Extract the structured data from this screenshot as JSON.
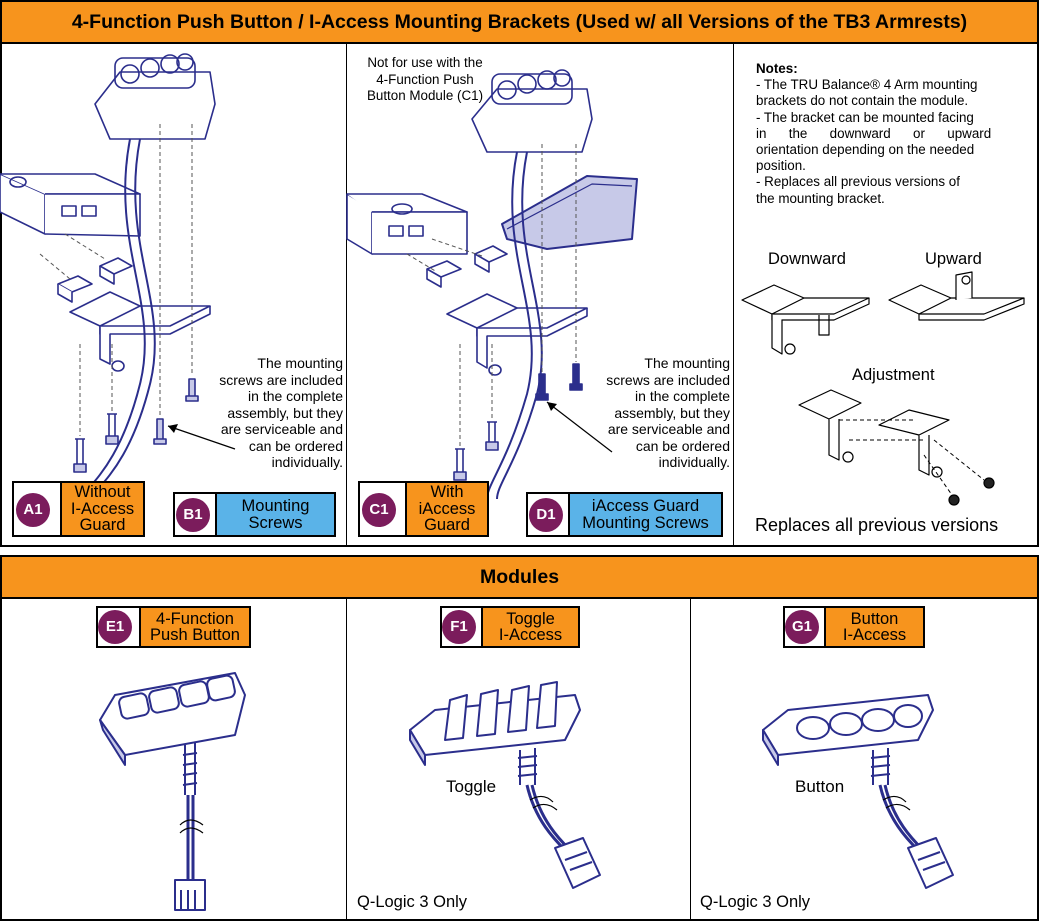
{
  "header": {
    "title": "4-Function Push Button / I-Access Mounting Brackets (Used w/ all Versions of the TB3 Armrests)"
  },
  "panel_a": {
    "note": [
      "The mounting",
      "screws are included",
      "in the  complete",
      "assembly, but they",
      "are serviceable and",
      "can be ordered",
      "individually."
    ],
    "a1": {
      "code": "A1",
      "label": [
        "Without",
        "I-Access",
        "Guard"
      ]
    },
    "b1": {
      "code": "B1",
      "label": [
        "Mounting",
        "Screws"
      ]
    }
  },
  "panel_c": {
    "top_note": [
      "Not for use with the",
      "4-Function Push",
      "Button Module (C1)"
    ],
    "note": [
      "The mounting",
      "screws are included",
      "in the  complete",
      "assembly, but they",
      "are serviceable and",
      "can be ordered",
      "individually."
    ],
    "c1": {
      "code": "C1",
      "label": [
        "With",
        "iAccess",
        "Guard"
      ]
    },
    "d1": {
      "code": "D1",
      "label": [
        "iAccess Guard",
        "Mounting Screws"
      ]
    }
  },
  "notes_panel": {
    "heading": "Notes:",
    "lines": [
      "- The TRU Balance® 4 Arm mounting",
      "brackets do not contain the module.",
      "- The bracket can be mounted facing",
      "in      the      downward      or      upward",
      "orientation depending on the needed",
      "position.",
      "- Replaces all previous versions of",
      "the mounting bracket."
    ],
    "downward": "Downward",
    "upward": "Upward",
    "adjustment": "Adjustment",
    "replaces": "Replaces all previous versions"
  },
  "modules": {
    "title": "Modules",
    "e1": {
      "code": "E1",
      "label": [
        "4-Function",
        "Push Button"
      ]
    },
    "f1": {
      "code": "F1",
      "label": [
        "Toggle",
        "I-Access"
      ],
      "caption": "Toggle",
      "footer": "Q-Logic 3 Only"
    },
    "g1": {
      "code": "G1",
      "label": [
        "Button",
        "I-Access"
      ],
      "caption": "Button",
      "footer": "Q-Logic 3 Only"
    }
  },
  "colors": {
    "orange": "#f7941d",
    "blue": "#5ab3e8",
    "badge": "#7b1c5c",
    "red": "#d22030",
    "navy": "#2b2e8c"
  }
}
